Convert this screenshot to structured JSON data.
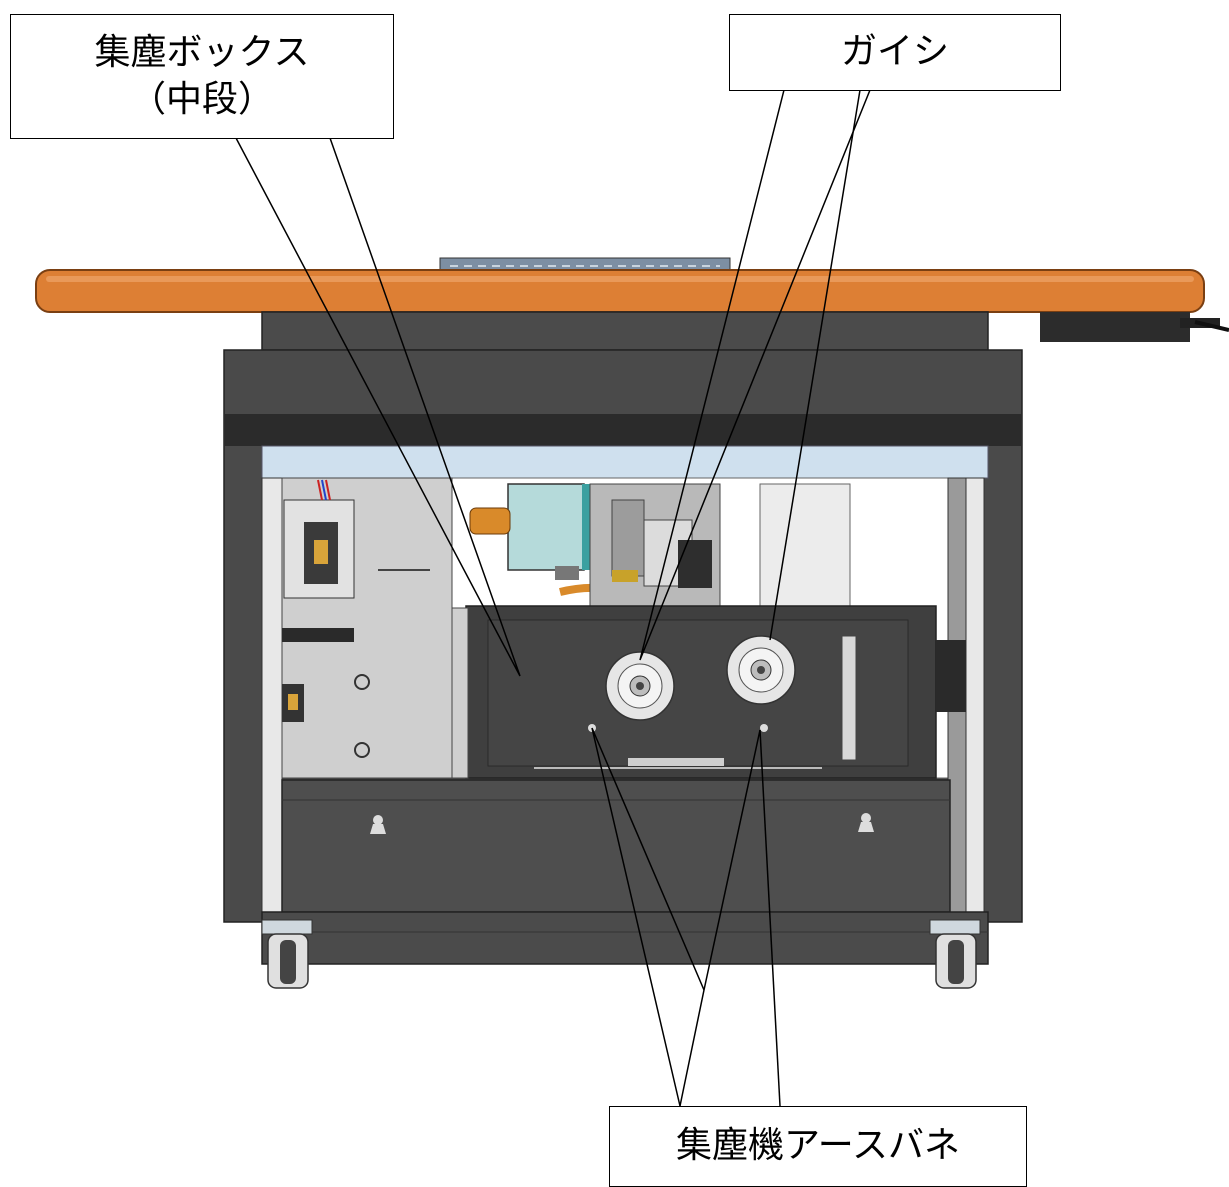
{
  "callouts": {
    "dust_box_line1": "集塵ボックス",
    "dust_box_line2": "（中段）",
    "insulator": "ガイシ",
    "earth_spring": "集塵機アースバネ"
  },
  "colors": {
    "tabletop_orange": "#dd7f34",
    "body_gray": "#4a4a4a",
    "band_dark": "#2b2b2b",
    "beam_blue": "#cfe0ee",
    "panel_silver": "#cfcfcf",
    "control_box_teal": "#b5dada",
    "insulator_white": "#e6e6e6",
    "line": "#000000"
  },
  "icons": [
    "caster-wheel-icon",
    "keyhole-icon",
    "insulator-disc-icon",
    "breaker-switch-icon"
  ]
}
